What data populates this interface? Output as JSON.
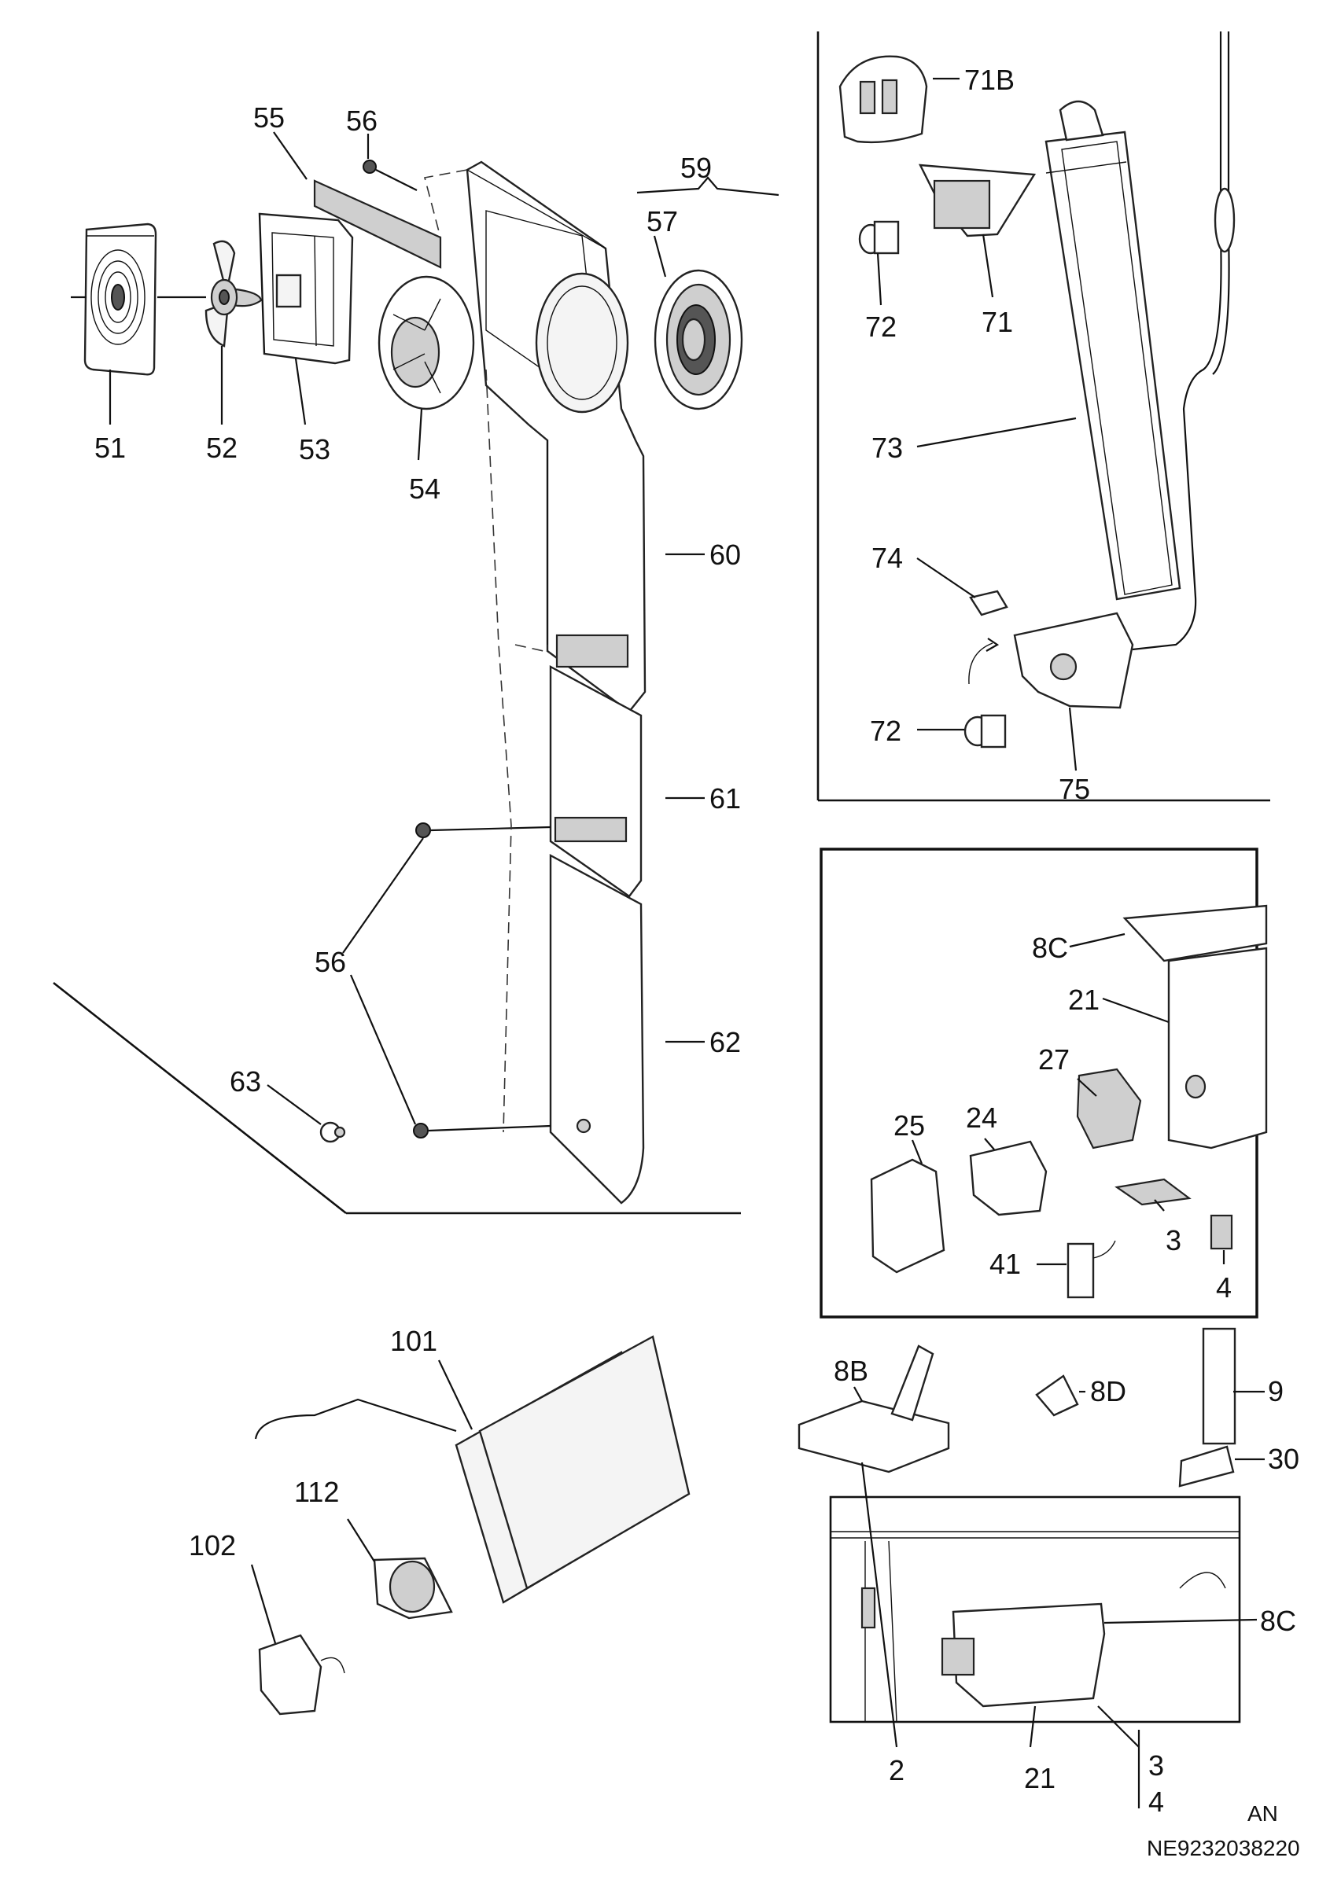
{
  "callouts": [
    {
      "id": "c51",
      "text": "51"
    },
    {
      "id": "c52",
      "text": "52"
    },
    {
      "id": "c53",
      "text": "53"
    },
    {
      "id": "c54",
      "text": "54"
    },
    {
      "id": "c55",
      "text": "55"
    },
    {
      "id": "c56a",
      "text": "56"
    },
    {
      "id": "c57",
      "text": "57"
    },
    {
      "id": "c59",
      "text": "59"
    },
    {
      "id": "c60",
      "text": "60"
    },
    {
      "id": "c61",
      "text": "61"
    },
    {
      "id": "c56b",
      "text": "56"
    },
    {
      "id": "c62",
      "text": "62"
    },
    {
      "id": "c63",
      "text": "63"
    },
    {
      "id": "c71b",
      "text": "71B"
    },
    {
      "id": "c72a",
      "text": "72"
    },
    {
      "id": "c71",
      "text": "71"
    },
    {
      "id": "c73",
      "text": "73"
    },
    {
      "id": "c74",
      "text": "74"
    },
    {
      "id": "c72b",
      "text": "72"
    },
    {
      "id": "c75",
      "text": "75"
    },
    {
      "id": "c8c_top",
      "text": "8C"
    },
    {
      "id": "c21_top",
      "text": "21"
    },
    {
      "id": "c27",
      "text": "27"
    },
    {
      "id": "c25",
      "text": "25"
    },
    {
      "id": "c24",
      "text": "24"
    },
    {
      "id": "c3_box",
      "text": "3"
    },
    {
      "id": "c41",
      "text": "41"
    },
    {
      "id": "c4_box",
      "text": "4"
    },
    {
      "id": "c101",
      "text": "101"
    },
    {
      "id": "c112",
      "text": "112"
    },
    {
      "id": "c102",
      "text": "102"
    },
    {
      "id": "c8b",
      "text": "8B"
    },
    {
      "id": "c8d",
      "text": "8D"
    },
    {
      "id": "c9",
      "text": "9"
    },
    {
      "id": "c30",
      "text": "30"
    },
    {
      "id": "c8c_bot",
      "text": "8C"
    },
    {
      "id": "c2",
      "text": "2"
    },
    {
      "id": "c21_bot",
      "text": "21"
    },
    {
      "id": "c3_bot",
      "text": "3"
    },
    {
      "id": "c4_bot",
      "text": "4"
    }
  ],
  "footer": {
    "code": "AN",
    "drawing_number": "NE9232038220"
  }
}
